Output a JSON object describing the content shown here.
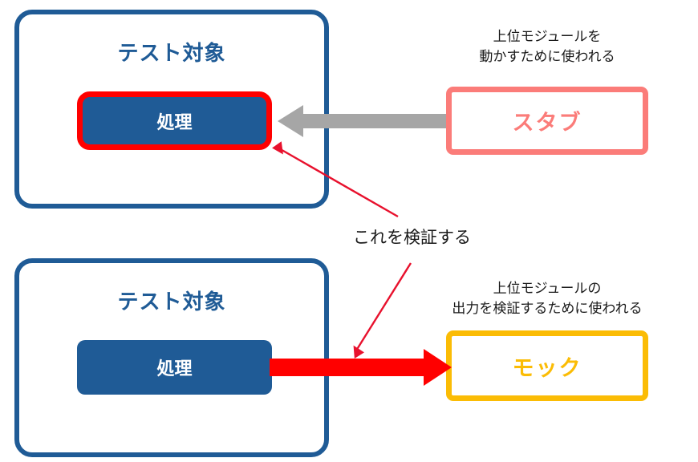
{
  "diagram": {
    "title_semantic": "stub-vs-mock-test-diagram",
    "colors": {
      "container_blue": "#1F5B96",
      "process_blue": "#1F5B96",
      "highlight_red": "#FF0000",
      "stub_pink": "#FB7C79",
      "mock_amber": "#FBBC05",
      "gray_arrow": "#A6A6A6",
      "background": "#FFFFFF"
    }
  },
  "top_section": {
    "container_title": "テスト対象",
    "process_label": "処理",
    "double_label": "スタブ",
    "caption": "上位モジュールを\n動かすために使われる",
    "arrow_direction": "left",
    "arrow_color": "#A6A6A6"
  },
  "bottom_section": {
    "container_title": "テスト対象",
    "process_label": "処理",
    "double_label": "モック",
    "caption": "上位モジュールの\n出力を検証するために使われる",
    "arrow_direction": "right",
    "arrow_color": "#FF0000"
  },
  "annotation": {
    "verify_label": "これを検証する"
  }
}
